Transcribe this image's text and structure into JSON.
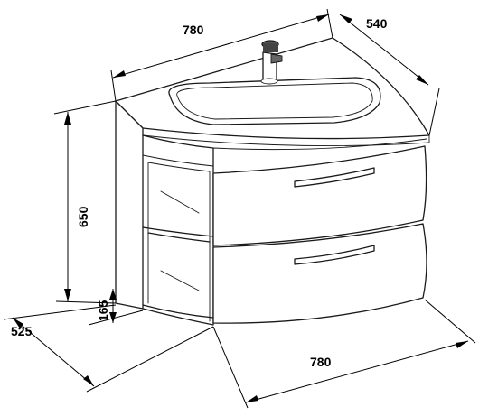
{
  "dimensions": {
    "top_width": "780",
    "top_depth": "540",
    "height": "650",
    "plinth_height": "165",
    "bottom_depth": "525",
    "bottom_width": "780"
  }
}
